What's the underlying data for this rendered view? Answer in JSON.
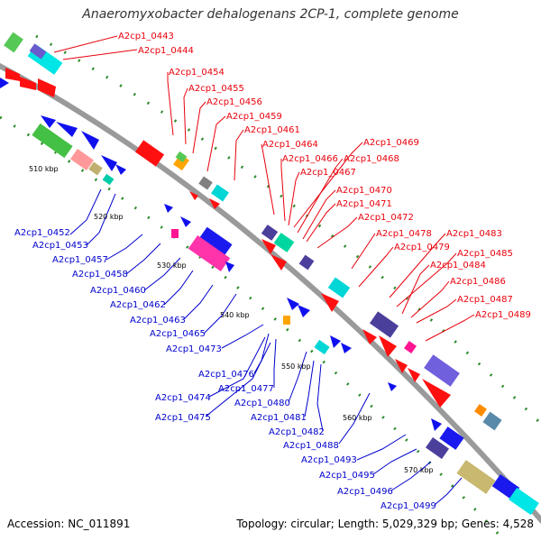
{
  "title": "Anaeromyxobacter dehalogenans 2CP-1, complete genome",
  "accession": "Accession: NC_011891",
  "summary": "Topology: circular; Length: 5,029,329 bp; Genes: 4,528",
  "ruler": [
    "510 kbp",
    "520 kbp",
    "530 kbp",
    "540 kbp",
    "550 kbp",
    "560 kbp",
    "570 kbp"
  ],
  "labels_forward": [
    "A2cp1_0443",
    "A2cp1_0444",
    "A2cp1_0454",
    "A2cp1_0455",
    "A2cp1_0456",
    "A2cp1_0459",
    "A2cp1_0461",
    "A2cp1_0464",
    "A2cp1_0466",
    "A2cp1_0467",
    "A2cp1_0469",
    "A2cp1_0468",
    "A2cp1_0470",
    "A2cp1_0471",
    "A2cp1_0472",
    "A2cp1_0478",
    "A2cp1_0483",
    "A2cp1_0479",
    "A2cp1_0485",
    "A2cp1_0484",
    "A2cp1_0486",
    "A2cp1_0487",
    "A2cp1_0489"
  ],
  "labels_reverse": [
    "A2cp1_0452",
    "A2cp1_0453",
    "A2cp1_0457",
    "A2cp1_0458",
    "A2cp1_0460",
    "A2cp1_0462",
    "A2cp1_0463",
    "A2cp1_0465",
    "A2cp1_0473",
    "A2cp1_0476",
    "A2cp1_0477",
    "A2cp1_0474",
    "A2cp1_0480",
    "A2cp1_0475",
    "A2cp1_0481",
    "A2cp1_0482",
    "A2cp1_0488",
    "A2cp1_0493",
    "A2cp1_0495",
    "A2cp1_0496",
    "A2cp1_0499"
  ],
  "colors": {
    "forward_label": "#e8000b",
    "reverse_label": "#0000cc",
    "backbone": "#909090",
    "tick": "#2a8a2a"
  }
}
